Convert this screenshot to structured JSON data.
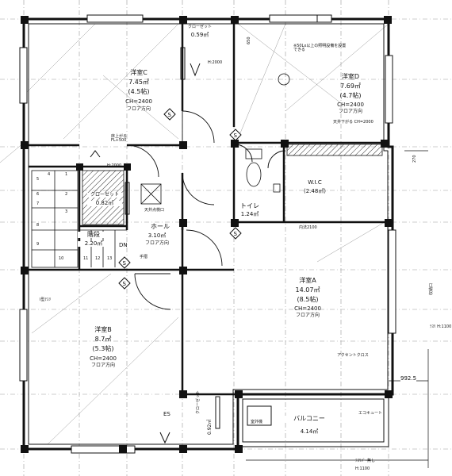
{
  "rooms": {
    "western_c": {
      "name": "洋室C",
      "area": "7.45㎡",
      "jo": "(4.5帖)",
      "ch": "CH=2400",
      "floor": "フロア方向"
    },
    "western_d": {
      "name": "洋室D",
      "area": "7.69㎡",
      "jo": "(4.7帖)",
      "ch": "CH=2400",
      "floor": "フロア方向"
    },
    "western_a": {
      "name": "洋室A",
      "area": "14.07㎡",
      "jo": "(8.5帖)",
      "ch": "CH=2400",
      "floor": "フロア方向"
    },
    "western_b": {
      "name": "洋室B",
      "area": "8.7㎡",
      "jo": "(5.3帖)",
      "ch": "CH=2400",
      "floor": "フロア方向"
    },
    "hall": {
      "name": "ホール",
      "area": "3.10㎡",
      "floor": "フロア方向"
    },
    "stairs": {
      "name": "階段",
      "area": "2.20㎡"
    },
    "toilet": {
      "name": "トイレ",
      "area": "1.24㎡"
    },
    "wic": {
      "name": "W.I.C",
      "area": "(2.48㎡)"
    },
    "closet_top": {
      "name": "クローゼット",
      "area": "0.59㎡"
    },
    "closet_mid": {
      "name": "クローゼット",
      "area": "0.82㎡"
    },
    "closet_bottom": {
      "name": "クローゼット",
      "area": "0.92㎡"
    },
    "balcony": {
      "name": "バルコニー",
      "area": "4.14㎡"
    }
  },
  "notes": {
    "h2000": "H:2000",
    "h2000_2": "H:2000",
    "dim_650": "650",
    "lighting": "※50Lx以上の照明設備を設置できる",
    "ceiling_down": "天井下がる CH=2000",
    "floor_raise": "床上がる FL+500",
    "ceiling_hatch": "天井点検口",
    "internal": "内法2100",
    "accent": "アクセントクロス",
    "handrail": "手摺",
    "dn": "DN",
    "es": "ES",
    "ecocute": "エコキュート",
    "outdoor": "室外機",
    "stair_rail": "I型ﾃｽﾘ",
    "dim_992": "992.5",
    "dim_270": "270",
    "rail_h1100": "ﾃｽﾘ H:1100",
    "rail_bar": "ﾃｽﾘﾊﾞｰ無し",
    "rail_h1100_2": "H:1100",
    "kiri": "収納口"
  },
  "stairs_numbers": [
    "1",
    "2",
    "3",
    "4",
    "5",
    "6",
    "7",
    "8",
    "9",
    "10",
    "11",
    "12",
    "13"
  ],
  "sensor_symbol": "S"
}
